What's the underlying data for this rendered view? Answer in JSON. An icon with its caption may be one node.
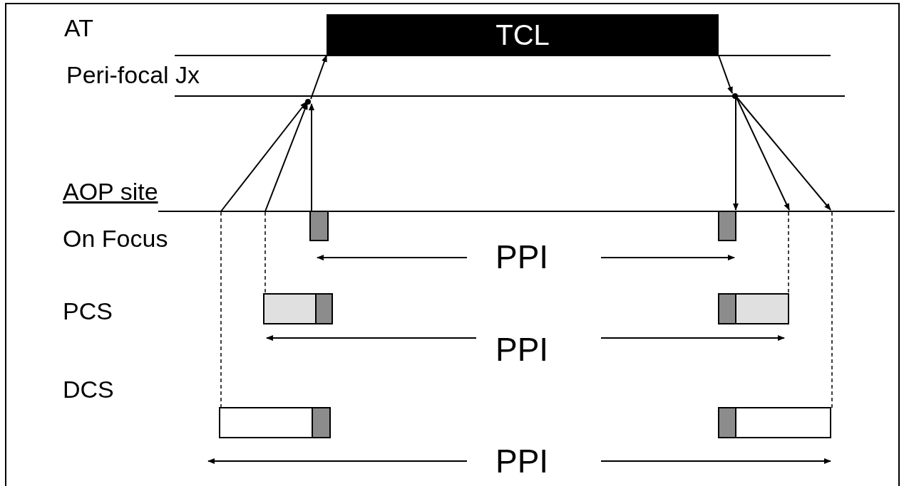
{
  "diagram": {
    "nodes": [
      {
        "text": [
          "TCL"
        ]
      },
      {
        "text": [],
        "shape": "circle"
      },
      {
        "text": [],
        "shape": "circle"
      }
    ],
    "edges": [
      {
        "from": 1,
        "to": 0,
        "arrow": "to"
      },
      {
        "from": 0,
        "to": 2,
        "arrow": "to"
      }
    ],
    "labels": [
      "AT",
      "Peri-focal Jx",
      "AOP site",
      "On Focus",
      "PPI",
      "PCS",
      "PPI",
      "DCS",
      "PPI"
    ]
  }
}
